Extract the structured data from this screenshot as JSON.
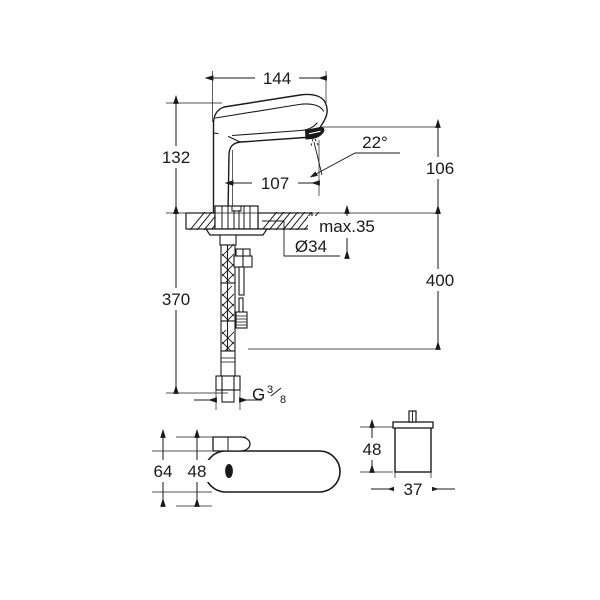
{
  "drawing": {
    "title": "Electronic basin mixer technical dimension drawing",
    "units": "mm",
    "line_color": "#1a1a1a",
    "background_color": "#ffffff",
    "views": [
      {
        "name": "side-elevation",
        "label": ""
      },
      {
        "name": "top-plan-view",
        "label": ""
      },
      {
        "name": "power-box-elevation",
        "label": ""
      }
    ]
  },
  "dimensions": {
    "spout_reach": {
      "value": "144",
      "name": "spout-reach-dimension"
    },
    "body_height": {
      "value": "132",
      "name": "body-height-dimension"
    },
    "spout_projection": {
      "value": "107",
      "name": "spout-projection-dimension"
    },
    "spray_angle": {
      "value": "22°",
      "name": "spray-angle-dimension"
    },
    "outlet_height": {
      "value": "106",
      "name": "outlet-height-dimension"
    },
    "max_deck_thickness": {
      "value": "max.35",
      "name": "max-deck-thickness-dimension"
    },
    "hole_diameter": {
      "value": "Ø34",
      "name": "hole-diameter-dimension"
    },
    "shank_length": {
      "value": "370",
      "name": "shank-length-dimension"
    },
    "hose_length": {
      "value": "400",
      "name": "hose-length-dimension"
    },
    "thread_size": {
      "value_main": "G",
      "value_num": "3",
      "value_den": "8",
      "name": "thread-size-label"
    },
    "plan_overall_width": {
      "value": "64",
      "name": "plan-overall-width-dimension"
    },
    "plan_body_width": {
      "value": "48",
      "name": "plan-body-width-dimension"
    },
    "box_height": {
      "value": "48",
      "name": "box-height-dimension"
    },
    "box_width": {
      "value": "37",
      "name": "box-width-dimension"
    }
  }
}
